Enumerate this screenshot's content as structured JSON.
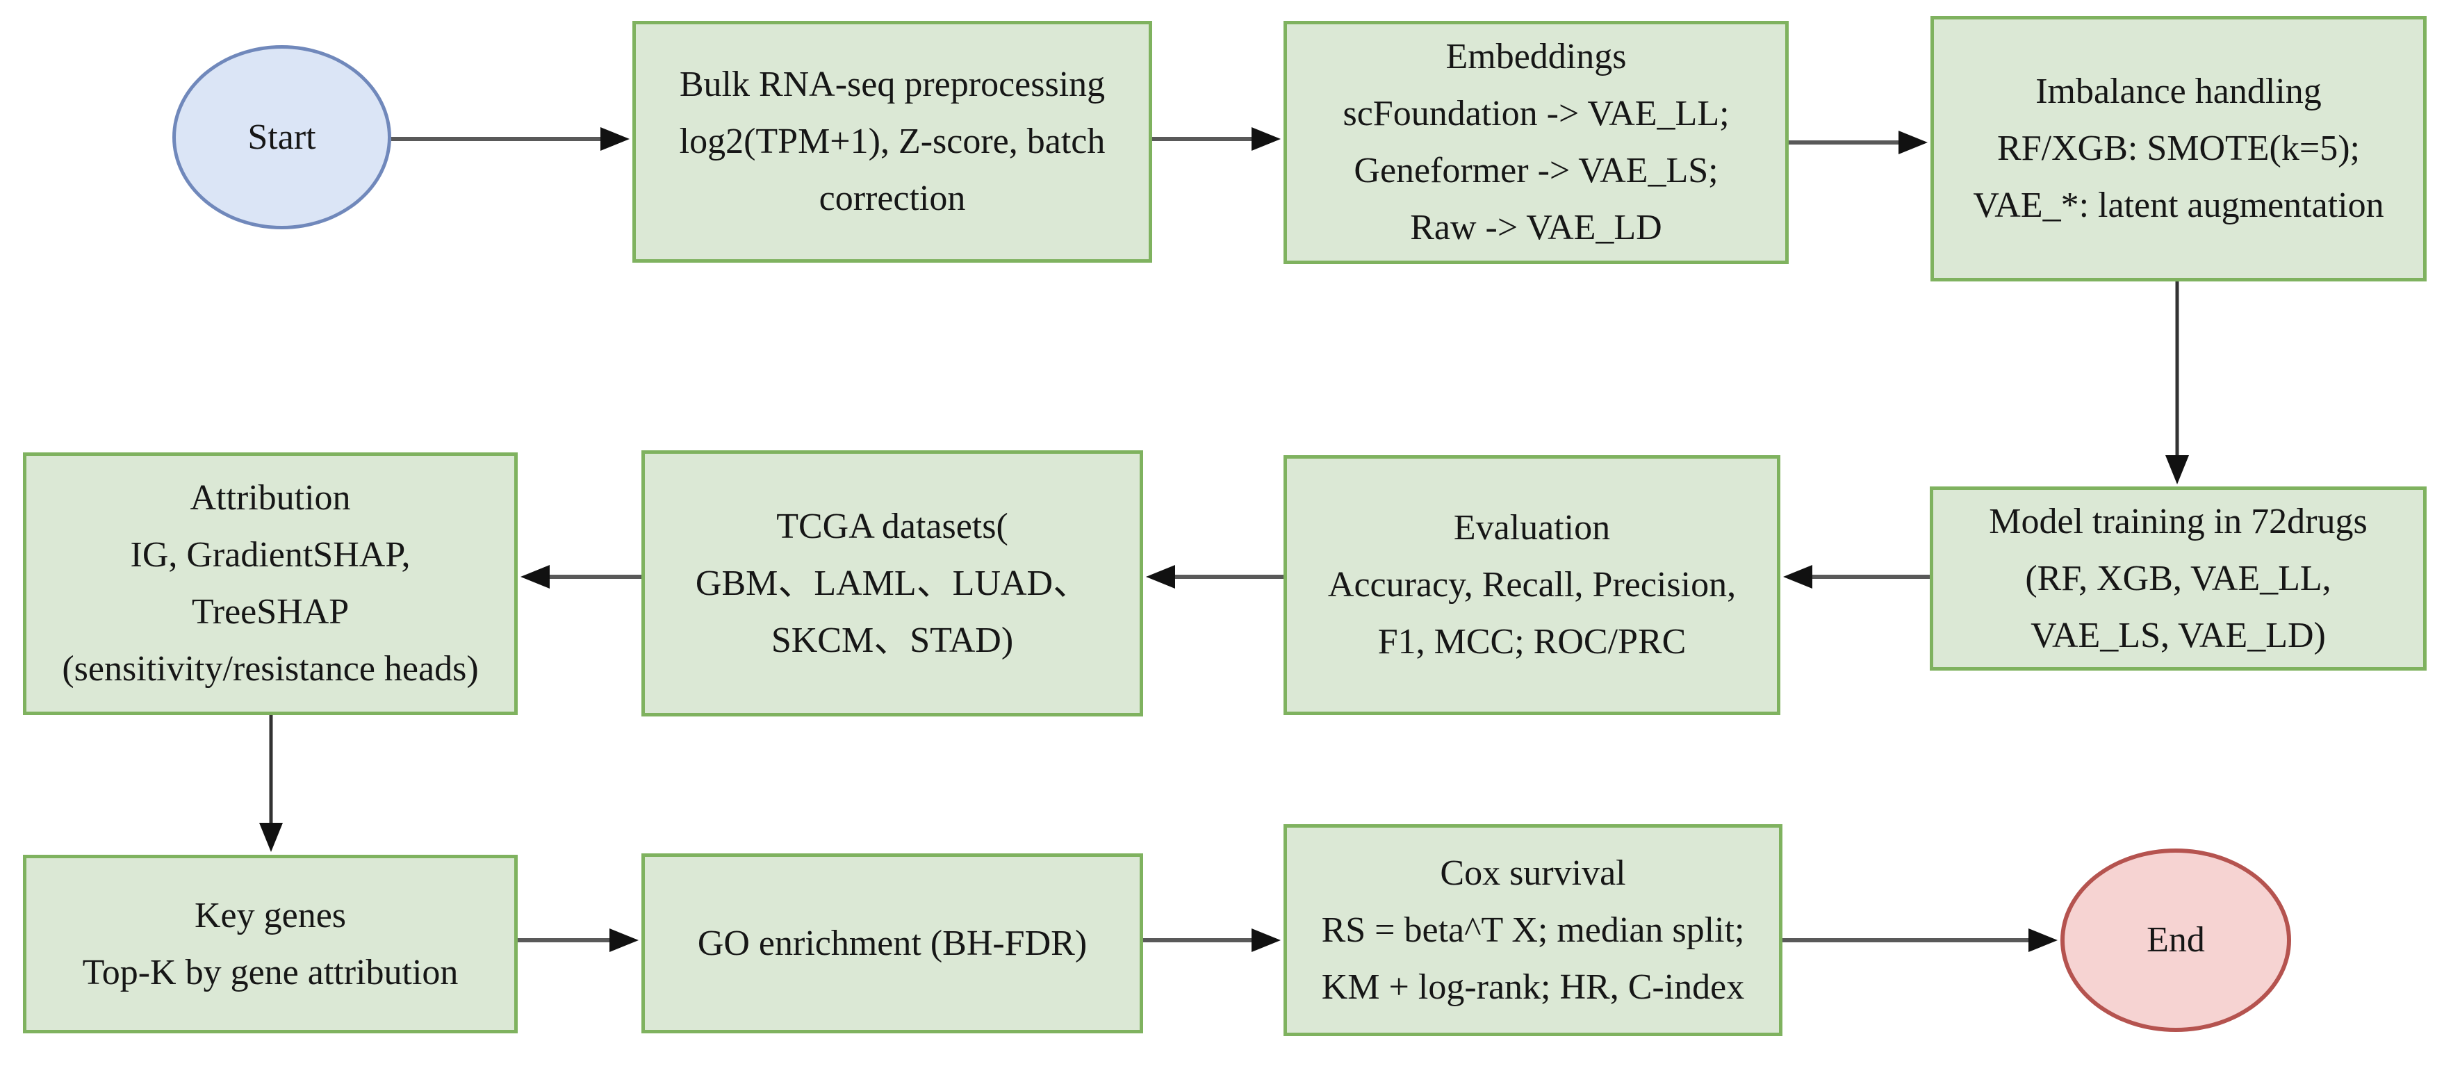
{
  "flowchart": {
    "description": "Drug response prediction pipeline flowchart",
    "nodes": {
      "start": {
        "type": "ellipse",
        "label": "Start"
      },
      "preprocessing": {
        "type": "process",
        "lines": [
          "Bulk RNA-seq preprocessing",
          "log2(TPM+1), Z-score, batch",
          "correction"
        ]
      },
      "embeddings": {
        "type": "process",
        "lines": [
          "Embeddings",
          "scFoundation -> VAE_LL;",
          "Geneformer -> VAE_LS;",
          "Raw -> VAE_LD"
        ]
      },
      "imbalance": {
        "type": "process",
        "lines": [
          "Imbalance handling",
          "RF/XGB: SMOTE(k=5);",
          "VAE_*: latent augmentation"
        ]
      },
      "model_training": {
        "type": "process",
        "lines": [
          "Model training in 72drugs",
          "(RF, XGB, VAE_LL,",
          "VAE_LS, VAE_LD)"
        ]
      },
      "evaluation": {
        "type": "process",
        "lines": [
          "Evaluation",
          "Accuracy, Recall, Precision,",
          "F1, MCC; ROC/PRC"
        ]
      },
      "tcga": {
        "type": "process",
        "lines": [
          "TCGA datasets(",
          "GBM、LAML、LUAD、",
          "SKCM、STAD)"
        ]
      },
      "attribution": {
        "type": "process",
        "lines": [
          "Attribution",
          "IG, GradientSHAP,",
          "TreeSHAP",
          "(sensitivity/resistance heads)"
        ]
      },
      "key_genes": {
        "type": "process",
        "lines": [
          "Key genes",
          "Top-K by gene attribution"
        ]
      },
      "go_enrichment": {
        "type": "process",
        "lines": [
          "GO enrichment (BH-FDR)"
        ]
      },
      "cox_survival": {
        "type": "process",
        "lines": [
          "Cox survival",
          "RS = beta^T X; median split;",
          "KM + log-rank; HR, C-index"
        ]
      },
      "end": {
        "type": "ellipse",
        "label": "End"
      }
    },
    "edges": [
      {
        "from": "start",
        "to": "preprocessing",
        "direction": "right"
      },
      {
        "from": "preprocessing",
        "to": "embeddings",
        "direction": "right"
      },
      {
        "from": "embeddings",
        "to": "imbalance",
        "direction": "right"
      },
      {
        "from": "imbalance",
        "to": "model_training",
        "direction": "down"
      },
      {
        "from": "model_training",
        "to": "evaluation",
        "direction": "left"
      },
      {
        "from": "evaluation",
        "to": "tcga",
        "direction": "left"
      },
      {
        "from": "tcga",
        "to": "attribution",
        "direction": "left"
      },
      {
        "from": "attribution",
        "to": "key_genes",
        "direction": "down"
      },
      {
        "from": "key_genes",
        "to": "go_enrichment",
        "direction": "right"
      },
      {
        "from": "go_enrichment",
        "to": "cox_survival",
        "direction": "right"
      },
      {
        "from": "cox_survival",
        "to": "end",
        "direction": "right"
      }
    ],
    "colors": {
      "process_fill": "#dbe8d5",
      "process_border": "#7fb25f",
      "start_fill": "#dbe5f6",
      "start_border": "#7088bb",
      "end_fill": "#f6d3d2",
      "end_border": "#b5534f",
      "connector_line": "#595959",
      "vertical_connector_line": "#333333",
      "arrowhead": "#111111",
      "text": "#161616",
      "background": "#ffffff"
    }
  }
}
